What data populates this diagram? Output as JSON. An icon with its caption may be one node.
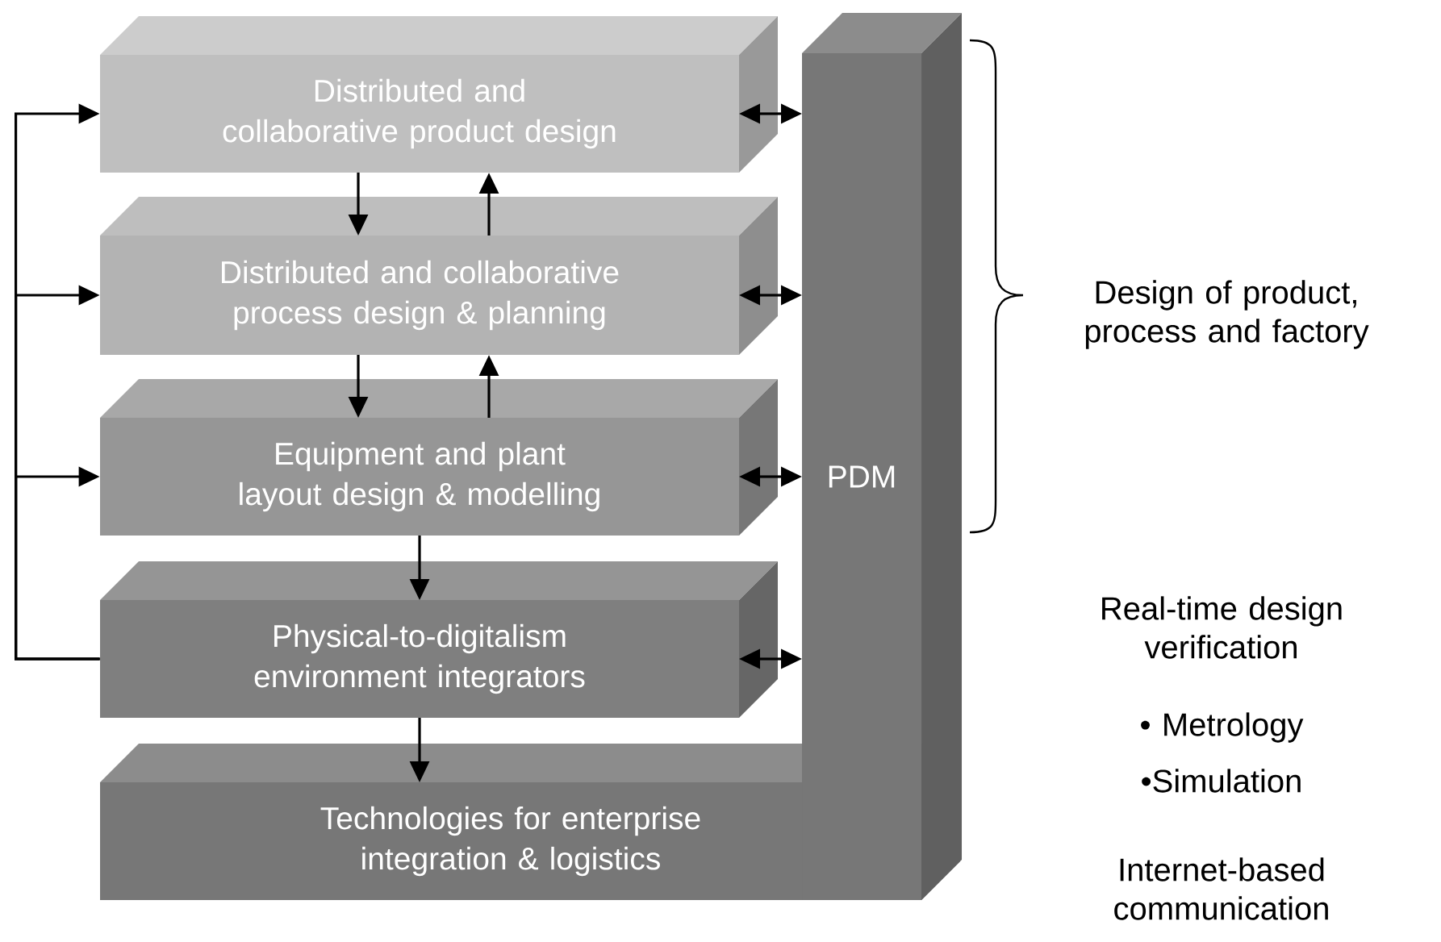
{
  "diagram": {
    "nodes": [
      {
        "text": [
          "Distributed and collaborative product design"
        ]
      },
      {
        "text": [
          "Distributed and collaborative process design & planning"
        ]
      },
      {
        "text": [
          "Equipment and plant layout design & modelling"
        ]
      },
      {
        "text": [
          "Physical-to-digitalism environment integrators"
        ]
      },
      {
        "text": [
          "Technologies for enterprise integration & logistics"
        ]
      },
      {
        "text": [
          "PDM"
        ]
      }
    ],
    "edges": [
      {
        "from": 0,
        "to": 1,
        "arrow": "to"
      },
      {
        "from": 1,
        "to": 0,
        "arrow": "to"
      },
      {
        "from": 1,
        "to": 2,
        "arrow": "to"
      },
      {
        "from": 2,
        "to": 1,
        "arrow": "to"
      },
      {
        "from": 2,
        "to": 3,
        "arrow": "to"
      },
      {
        "from": 3,
        "to": 4,
        "arrow": "to"
      },
      {
        "from": 3,
        "to": 0,
        "arrow": "to"
      },
      {
        "from": 3,
        "to": 1,
        "arrow": "to"
      },
      {
        "from": 3,
        "to": 2,
        "arrow": "to"
      },
      {
        "from": 0,
        "to": 5,
        "arrow": "both"
      },
      {
        "from": 1,
        "to": 5,
        "arrow": "both"
      },
      {
        "from": 2,
        "to": 5,
        "arrow": "both"
      },
      {
        "from": 3,
        "to": 5,
        "arrow": "both"
      }
    ],
    "labels": [
      "Design of product, process and factory",
      "Real-time design verification",
      "• Metrology",
      "•Simulation",
      "Internet-based communication"
    ]
  }
}
